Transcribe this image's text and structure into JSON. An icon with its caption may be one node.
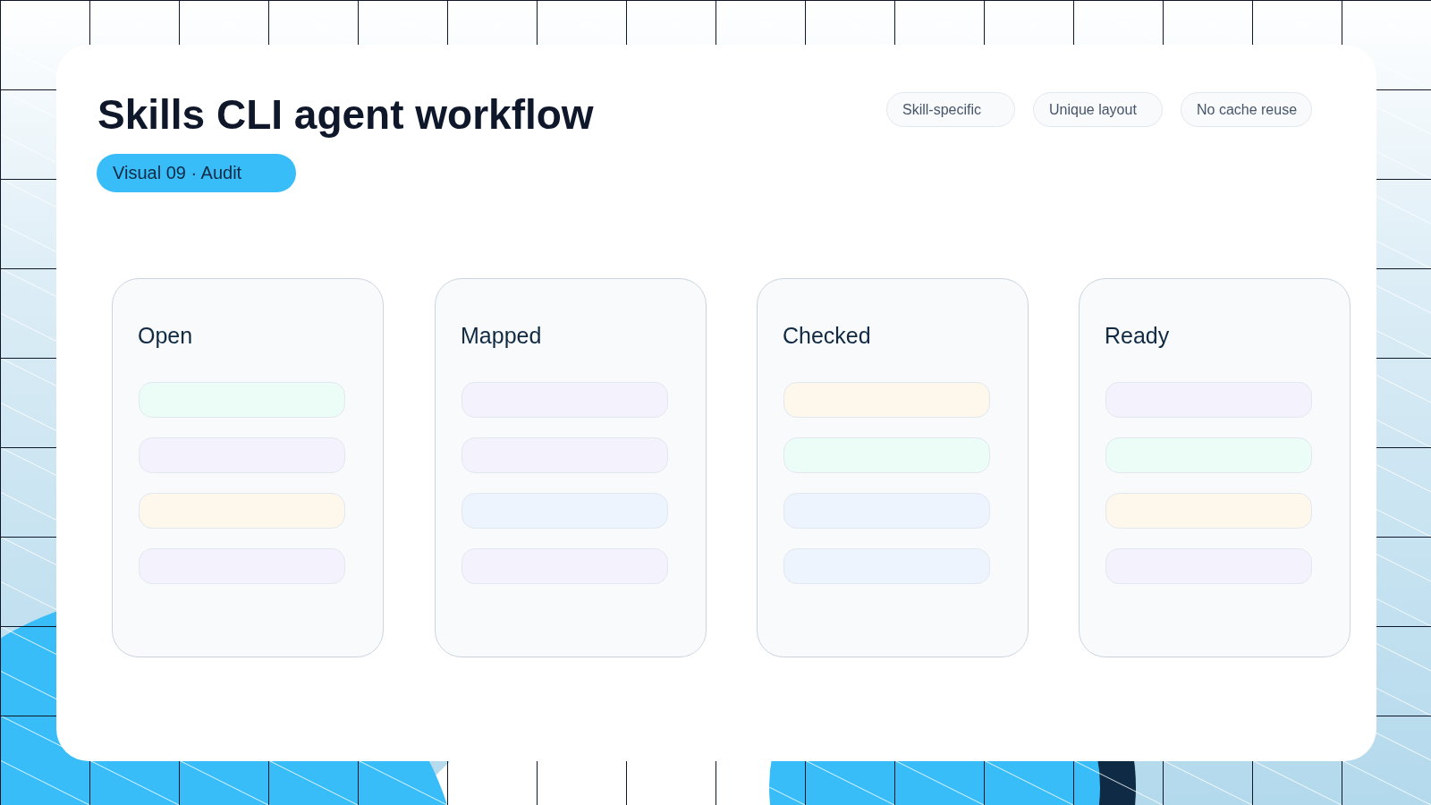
{
  "diagram": {
    "title": "Skills CLI agent workflow",
    "nodes": [
      {
        "text": [
          "Open"
        ]
      },
      {
        "text": [],
        "shape": "bar",
        "in": 0
      },
      {
        "text": [],
        "shape": "bar",
        "in": 0
      },
      {
        "text": [],
        "shape": "bar",
        "in": 0
      },
      {
        "text": [],
        "shape": "bar",
        "in": 0
      },
      {
        "text": [
          "Mapped"
        ]
      },
      {
        "text": [],
        "shape": "bar",
        "in": 5
      },
      {
        "text": [],
        "shape": "bar",
        "in": 5
      },
      {
        "text": [],
        "shape": "bar",
        "in": 5
      },
      {
        "text": [],
        "shape": "bar",
        "in": 5
      },
      {
        "text": [
          "Checked"
        ]
      },
      {
        "text": [],
        "shape": "bar",
        "in": 10
      },
      {
        "text": [],
        "shape": "bar",
        "in": 10
      },
      {
        "text": [],
        "shape": "bar",
        "in": 10
      },
      {
        "text": [],
        "shape": "bar",
        "in": 10
      },
      {
        "text": [
          "Ready"
        ]
      },
      {
        "text": [],
        "shape": "bar",
        "in": 15
      },
      {
        "text": [],
        "shape": "bar",
        "in": 15
      },
      {
        "text": [],
        "shape": "bar",
        "in": 15
      },
      {
        "text": [],
        "shape": "bar",
        "in": 15
      }
    ],
    "labels": [
      "Visual 09 · Audit",
      "Skill-specific",
      "Unique layout",
      "No cache reuse"
    ]
  }
}
